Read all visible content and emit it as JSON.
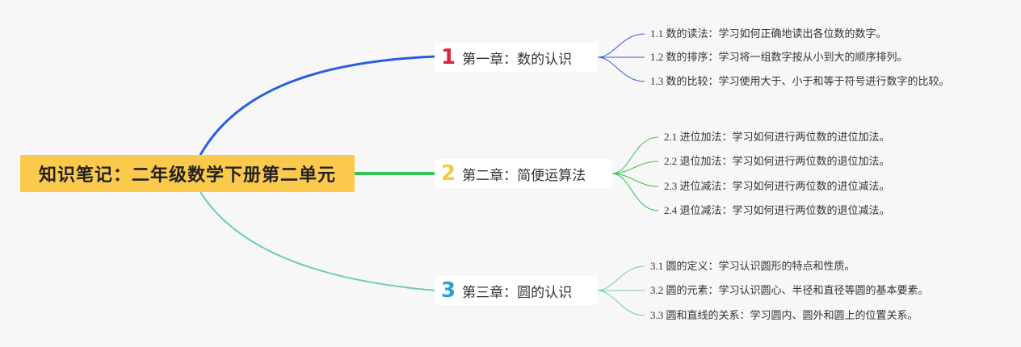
{
  "root": {
    "title": "知识笔记：二年级数学下册第二单元"
  },
  "colors": {
    "root_bg": "#fbc94c",
    "chapter1": "#2a5ee0",
    "chapter2": "#33c653",
    "chapter3": "#6ccbb5",
    "num1": "#d7263d",
    "num2": "#f3c93f",
    "num3": "#2a9fd8"
  },
  "chapters": [
    {
      "number": "1",
      "title": "第一章：数的认识",
      "items": [
        "1.1 数的读法：学习如何正确地读出各位数的数字。",
        "1.2 数的排序：学习将一组数字按从小到大的顺序排列。",
        "1.3 数的比较：学习使用大于、小于和等于符号进行数字的比较。"
      ]
    },
    {
      "number": "2",
      "title": "第二章：简便运算法",
      "items": [
        "2.1 进位加法：学习如何进行两位数的进位加法。",
        "2.2 退位加法：学习如何进行两位数的退位加法。",
        "2.3 进位减法：学习如何进行两位数的进位减法。",
        "2.4 退位减法：学习如何进行两位数的退位减法。"
      ]
    },
    {
      "number": "3",
      "title": "第三章：圆的认识",
      "items": [
        "3.1 圆的定义：学习认识圆形的特点和性质。",
        "3.2 圆的元素：学习认识圆心、半径和直径等圆的基本要素。",
        "3.3 圆和直线的关系：学习圆内、圆外和圆上的位置关系。"
      ]
    }
  ]
}
